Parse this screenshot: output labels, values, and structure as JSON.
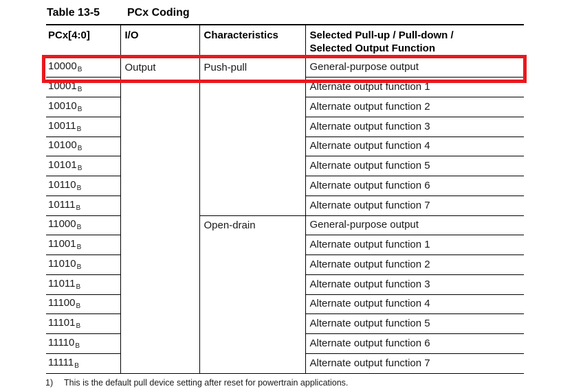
{
  "title": {
    "label": "Table 13-5",
    "caption": "PCx Coding"
  },
  "table": {
    "headers": {
      "col1": "PCx[4:0]",
      "col2": "I/O",
      "col3": "Characteristics",
      "col4_line1": "Selected Pull-up / Pull-down /",
      "col4_line2": "Selected Output Function"
    },
    "rows": [
      {
        "code": "10000",
        "sub": "B",
        "io": "Output",
        "characteristics": "Push-pull",
        "function": "General-purpose output",
        "highlighted": true
      },
      {
        "code": "10001",
        "sub": "B",
        "function": "Alternate output function 1"
      },
      {
        "code": "10010",
        "sub": "B",
        "function": "Alternate output function 2"
      },
      {
        "code": "10011",
        "sub": "B",
        "function": "Alternate output function 3"
      },
      {
        "code": "10100",
        "sub": "B",
        "function": "Alternate output function 4"
      },
      {
        "code": "10101",
        "sub": "B",
        "function": "Alternate output function 5"
      },
      {
        "code": "10110",
        "sub": "B",
        "function": "Alternate output function 6"
      },
      {
        "code": "10111",
        "sub": "B",
        "function": "Alternate output function 7"
      },
      {
        "code": "11000",
        "sub": "B",
        "characteristics": "Open-drain",
        "function": "General-purpose output"
      },
      {
        "code": "11001",
        "sub": "B",
        "function": "Alternate output function 1"
      },
      {
        "code": "11010",
        "sub": "B",
        "function": "Alternate output function 2"
      },
      {
        "code": "11011",
        "sub": "B",
        "function": "Alternate output function 3"
      },
      {
        "code": "11100",
        "sub": "B",
        "function": "Alternate output function 4"
      },
      {
        "code": "11101",
        "sub": "B",
        "function": "Alternate output function 5"
      },
      {
        "code": "11110",
        "sub": "B",
        "function": "Alternate output function 6"
      },
      {
        "code": "11111",
        "sub": "B",
        "function": "Alternate output function 7"
      }
    ]
  },
  "highlight": {
    "color": "#e8191e"
  },
  "footnote": {
    "marker": "1)",
    "text": "This is the default pull device setting after reset for powertrain applications."
  }
}
